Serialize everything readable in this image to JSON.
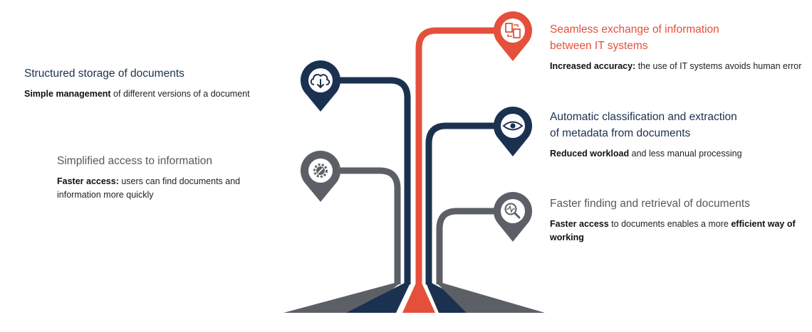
{
  "colors": {
    "navy": "#1b3150",
    "gray": "#5c6066",
    "red": "#e4503b"
  },
  "items": [
    {
      "icon": "cloud-download-icon",
      "title": "Structured storage of documents",
      "desc_bold": "Simple management",
      "desc_rest": " of different versions of a document"
    },
    {
      "icon": "gear-icon",
      "title": "Simplified access to information",
      "desc_bold": "Faster access:",
      "desc_rest": " users can find documents and information more quickly"
    },
    {
      "icon": "document-exchange-icon",
      "title_line1": "Seamless exchange of information",
      "title_line2": "between IT systems",
      "desc_bold": "Increased accuracy:",
      "desc_rest": " the use of IT systems avoids human error"
    },
    {
      "icon": "eye-icon",
      "title_line1": "Automatic classification and extraction",
      "title_line2": "of metadata from documents",
      "desc_bold": "Reduced workload",
      "desc_rest": " and less manual processing"
    },
    {
      "icon": "magnifier-pulse-icon",
      "title": "Faster finding and retrieval of documents",
      "desc_bold": "Faster access",
      "desc_rest": " to documents enables a more ",
      "desc_bold2": "efficient way of working"
    }
  ]
}
